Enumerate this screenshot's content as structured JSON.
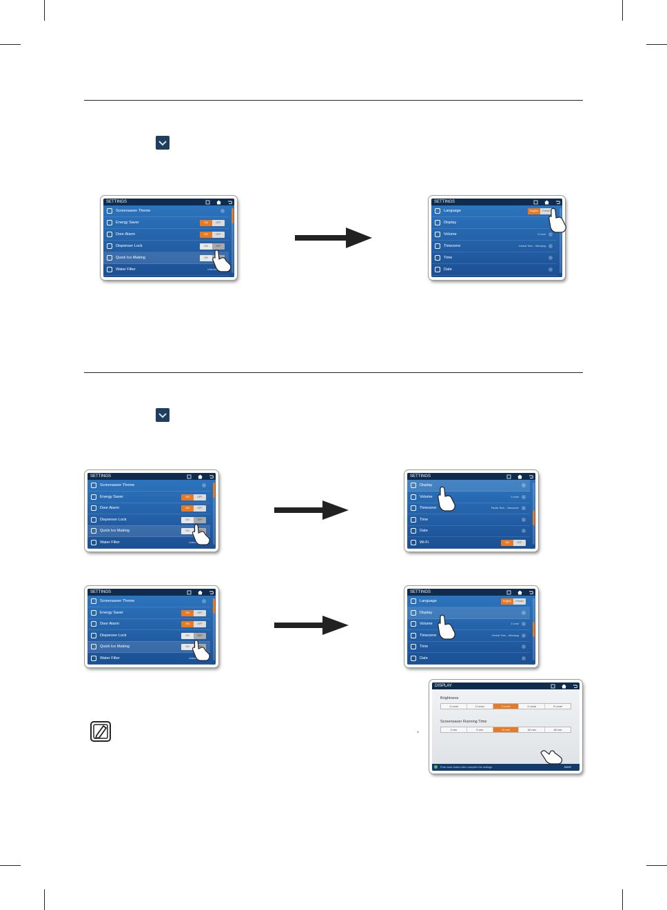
{
  "shared": {
    "settings_title": "SETTINGS",
    "on": "ON",
    "off": "OFF"
  },
  "page1_rows": {
    "screensaver": "Screensaver Theme",
    "energy": "Energy Saver",
    "door": "Door Alarm",
    "dispenser": "Dispenser Lock",
    "quickice": "Quick Ice Making",
    "filter": "Water Filter",
    "filter_val": "Unknown"
  },
  "page2_rows": {
    "language": "Language",
    "english": "English",
    "french": "French",
    "display": "Display",
    "volume": "Volume",
    "volume_val": "2 Level",
    "timezone": "Timezone",
    "timezone_val_a": "Central Time – Winnipeg",
    "timezone_val_b": "Pacific Time – Vancouver",
    "time": "Time",
    "date": "Date",
    "wifi": "Wi-Fi"
  },
  "display_screen": {
    "title": "DISPLAY",
    "brightness_label": "Brightness",
    "brightness_options": [
      "1 Level",
      "2 Level",
      "3 Level",
      "4 Level",
      "5 Level"
    ],
    "brightness_selected_index": 2,
    "screensaver_label": "Screensaver Running Time",
    "screensaver_options": [
      "3 min",
      "5 min",
      "10 min",
      "30 min",
      "60 min"
    ],
    "screensaver_selected_index": 2,
    "footer_hint": "Push save button after complete the settings.",
    "save_label": "SAVE"
  },
  "stray_mark": ",",
  "colors": {
    "accent": "#e97a24",
    "screen_blue": "#1b4f93",
    "title_bar": "#0f2b4e",
    "icon_box": "#1f3d5c"
  }
}
